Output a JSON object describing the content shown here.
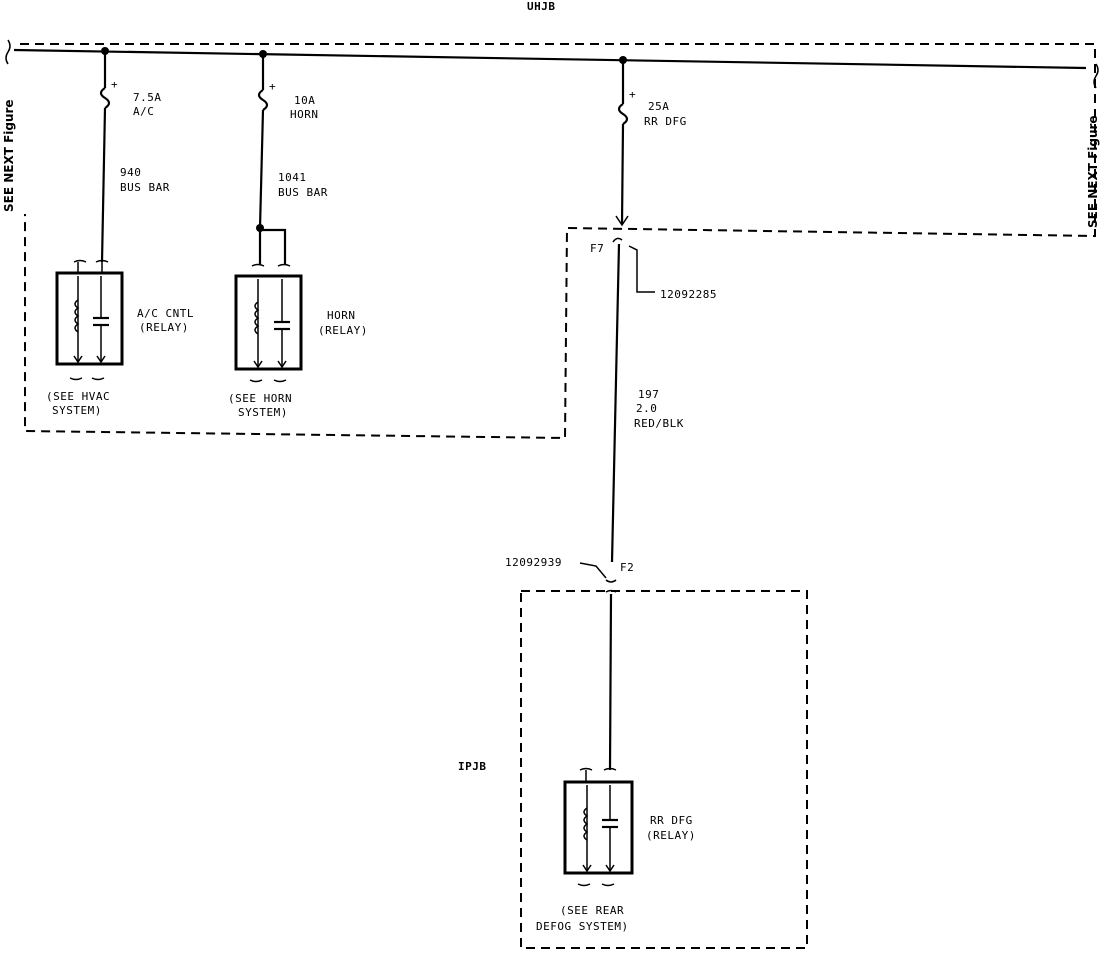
{
  "title_top": "UHJB",
  "left_edge_label": "SEE NEXT Figure",
  "right_edge_label": "SEE NEXT Figure",
  "fuses": [
    {
      "rating": "7.5A",
      "name": "A/C"
    },
    {
      "rating": "10A",
      "name": "HORN"
    },
    {
      "rating": "25A",
      "name": "RR DFG"
    }
  ],
  "wires": [
    {
      "number": "940",
      "label": "BUS BAR"
    },
    {
      "number": "1041",
      "label": "BUS BAR"
    },
    {
      "number": "197",
      "gauge": "2.0",
      "color": "RED/BLK"
    }
  ],
  "relays": [
    {
      "name_line1": "A/C CNTL",
      "name_line2": "(RELAY)",
      "ref_line1": "(SEE HVAC",
      "ref_line2": "SYSTEM)"
    },
    {
      "name_line1": "HORN",
      "name_line2": "(RELAY)",
      "ref_line1": "(SEE HORN",
      "ref_line2": "SYSTEM)"
    },
    {
      "name_line1": "RR DFG",
      "name_line2": "(RELAY)",
      "ref_line1": "(SEE REAR",
      "ref_line2": "DEFOG SYSTEM)"
    }
  ],
  "connectors": [
    {
      "pin": "F7",
      "part": "12092285"
    },
    {
      "pin": "F2",
      "part": "12092939"
    }
  ],
  "ipjb_label": "IPJB"
}
